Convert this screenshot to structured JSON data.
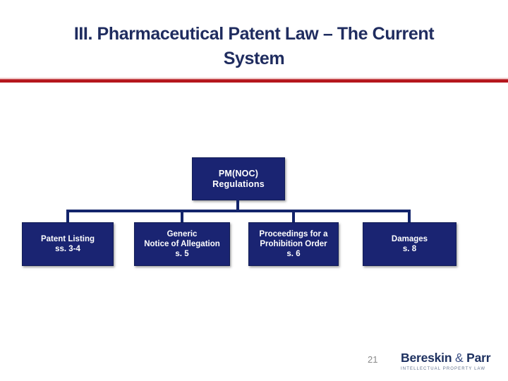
{
  "slide": {
    "title": {
      "line1": "III. Pharmaceutical Patent Law – The Current",
      "line2": "System"
    },
    "page_number": "21"
  },
  "diagram": {
    "root": {
      "lines": [
        "PM(NOC)",
        "Regulations"
      ]
    },
    "children": [
      {
        "lines": [
          "Patent Listing",
          "ss. 3-4"
        ]
      },
      {
        "lines": [
          "Generic",
          "Notice of Allegation",
          "s. 5"
        ]
      },
      {
        "lines": [
          "Proceedings for a",
          "Prohibition Order",
          "s. 6"
        ]
      },
      {
        "lines": [
          "Damages",
          "s. 8"
        ]
      }
    ]
  },
  "footer": {
    "logo": {
      "word1": "Bereskin",
      "ampersand": "&",
      "word2": "Parr",
      "tagline": "INTELLECTUAL PROPERTY LAW"
    }
  },
  "colors": {
    "accent_red": "#b5161c",
    "box_navy": "#1a2472",
    "connector_navy": "#13246b",
    "title_navy": "#1f2c5f",
    "logo_navy": "#1e3160"
  }
}
